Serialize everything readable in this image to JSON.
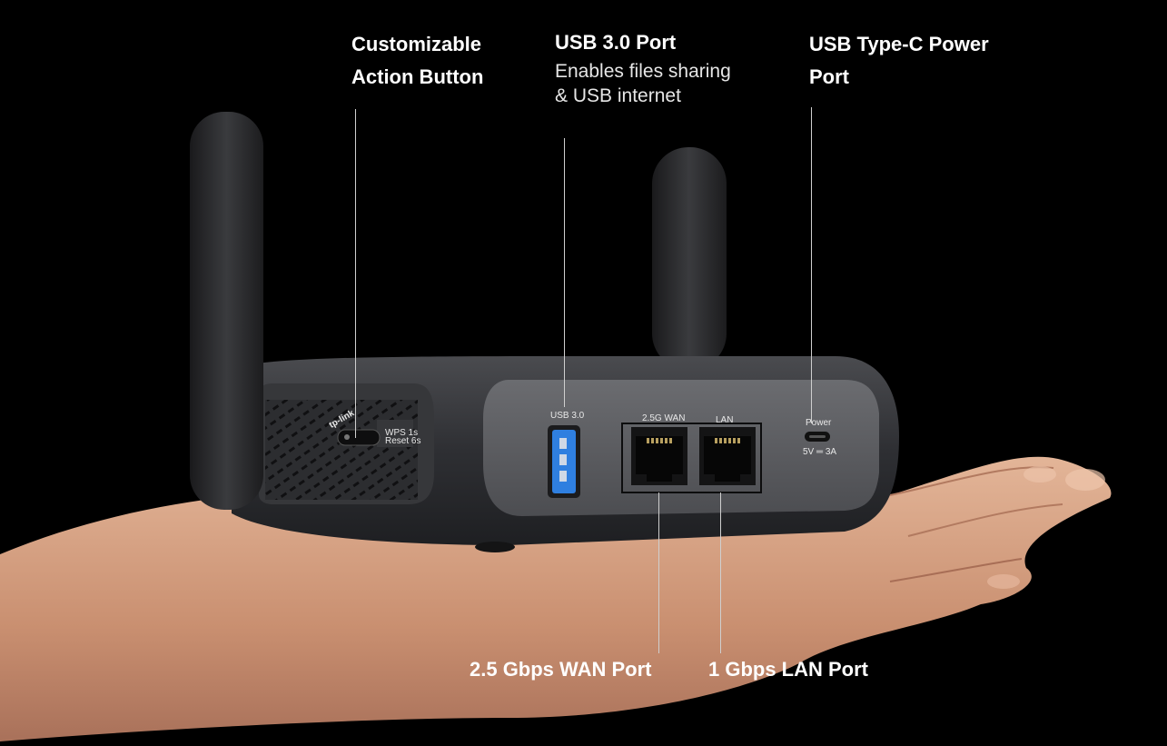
{
  "callouts": {
    "action_button": {
      "line1": "Customizable",
      "line2": "Action Button"
    },
    "usb3": {
      "title": "USB 3.0 Port",
      "desc_line1": "Enables files sharing",
      "desc_line2": "& USB internet"
    },
    "usbc": {
      "line1": "USB Type-C Power",
      "line2": "Port"
    },
    "wan": {
      "title": "2.5 Gbps WAN Port"
    },
    "lan": {
      "title": "1 Gbps LAN Port"
    }
  },
  "device": {
    "brand": "tp-link",
    "button_labels": {
      "wps": "WPS  1s",
      "reset": "Reset  6s"
    },
    "port_labels": {
      "usb": "USB 3.0",
      "wan": "2.5G WAN",
      "lan": "LAN",
      "power": "Power",
      "power_rating": "5V ═ 3A"
    }
  },
  "colors": {
    "background": "#000000",
    "device_body": "#2a2b2e",
    "panel": "#58595d",
    "usb_blue": "#2f7fe0",
    "skin": "#d8a78a"
  }
}
